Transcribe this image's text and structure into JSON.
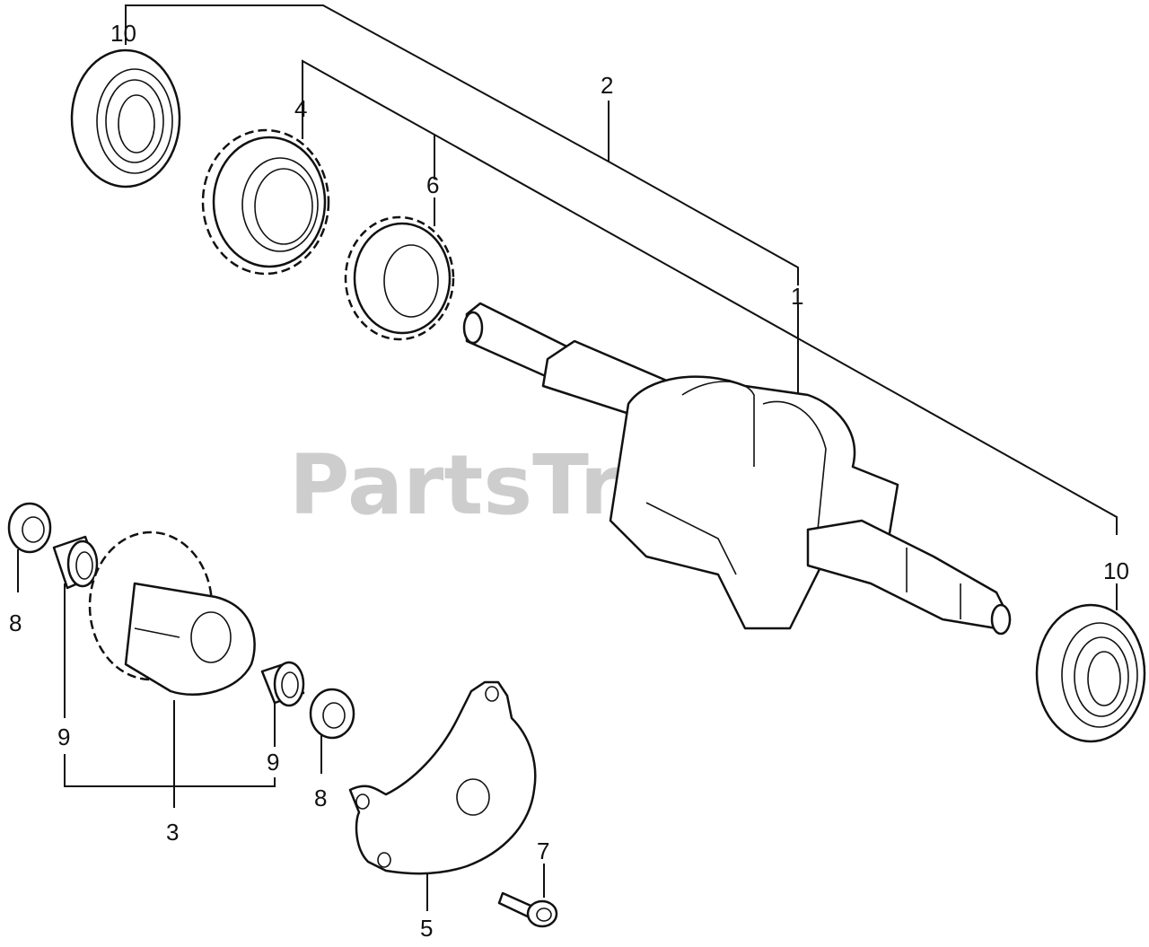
{
  "watermark": {
    "text": "PartsTree",
    "trademark": "™"
  },
  "callouts": [
    {
      "id": "c10a",
      "label": "10"
    },
    {
      "id": "c2",
      "label": "2"
    },
    {
      "id": "c4",
      "label": "4"
    },
    {
      "id": "c6",
      "label": "6"
    },
    {
      "id": "c1",
      "label": "1"
    },
    {
      "id": "c10b",
      "label": "10"
    },
    {
      "id": "c8a",
      "label": "8"
    },
    {
      "id": "c9a",
      "label": "9"
    },
    {
      "id": "c3",
      "label": "3"
    },
    {
      "id": "c9b",
      "label": "9"
    },
    {
      "id": "c8b",
      "label": "8"
    },
    {
      "id": "c5",
      "label": "5"
    },
    {
      "id": "c7",
      "label": "7"
    }
  ]
}
